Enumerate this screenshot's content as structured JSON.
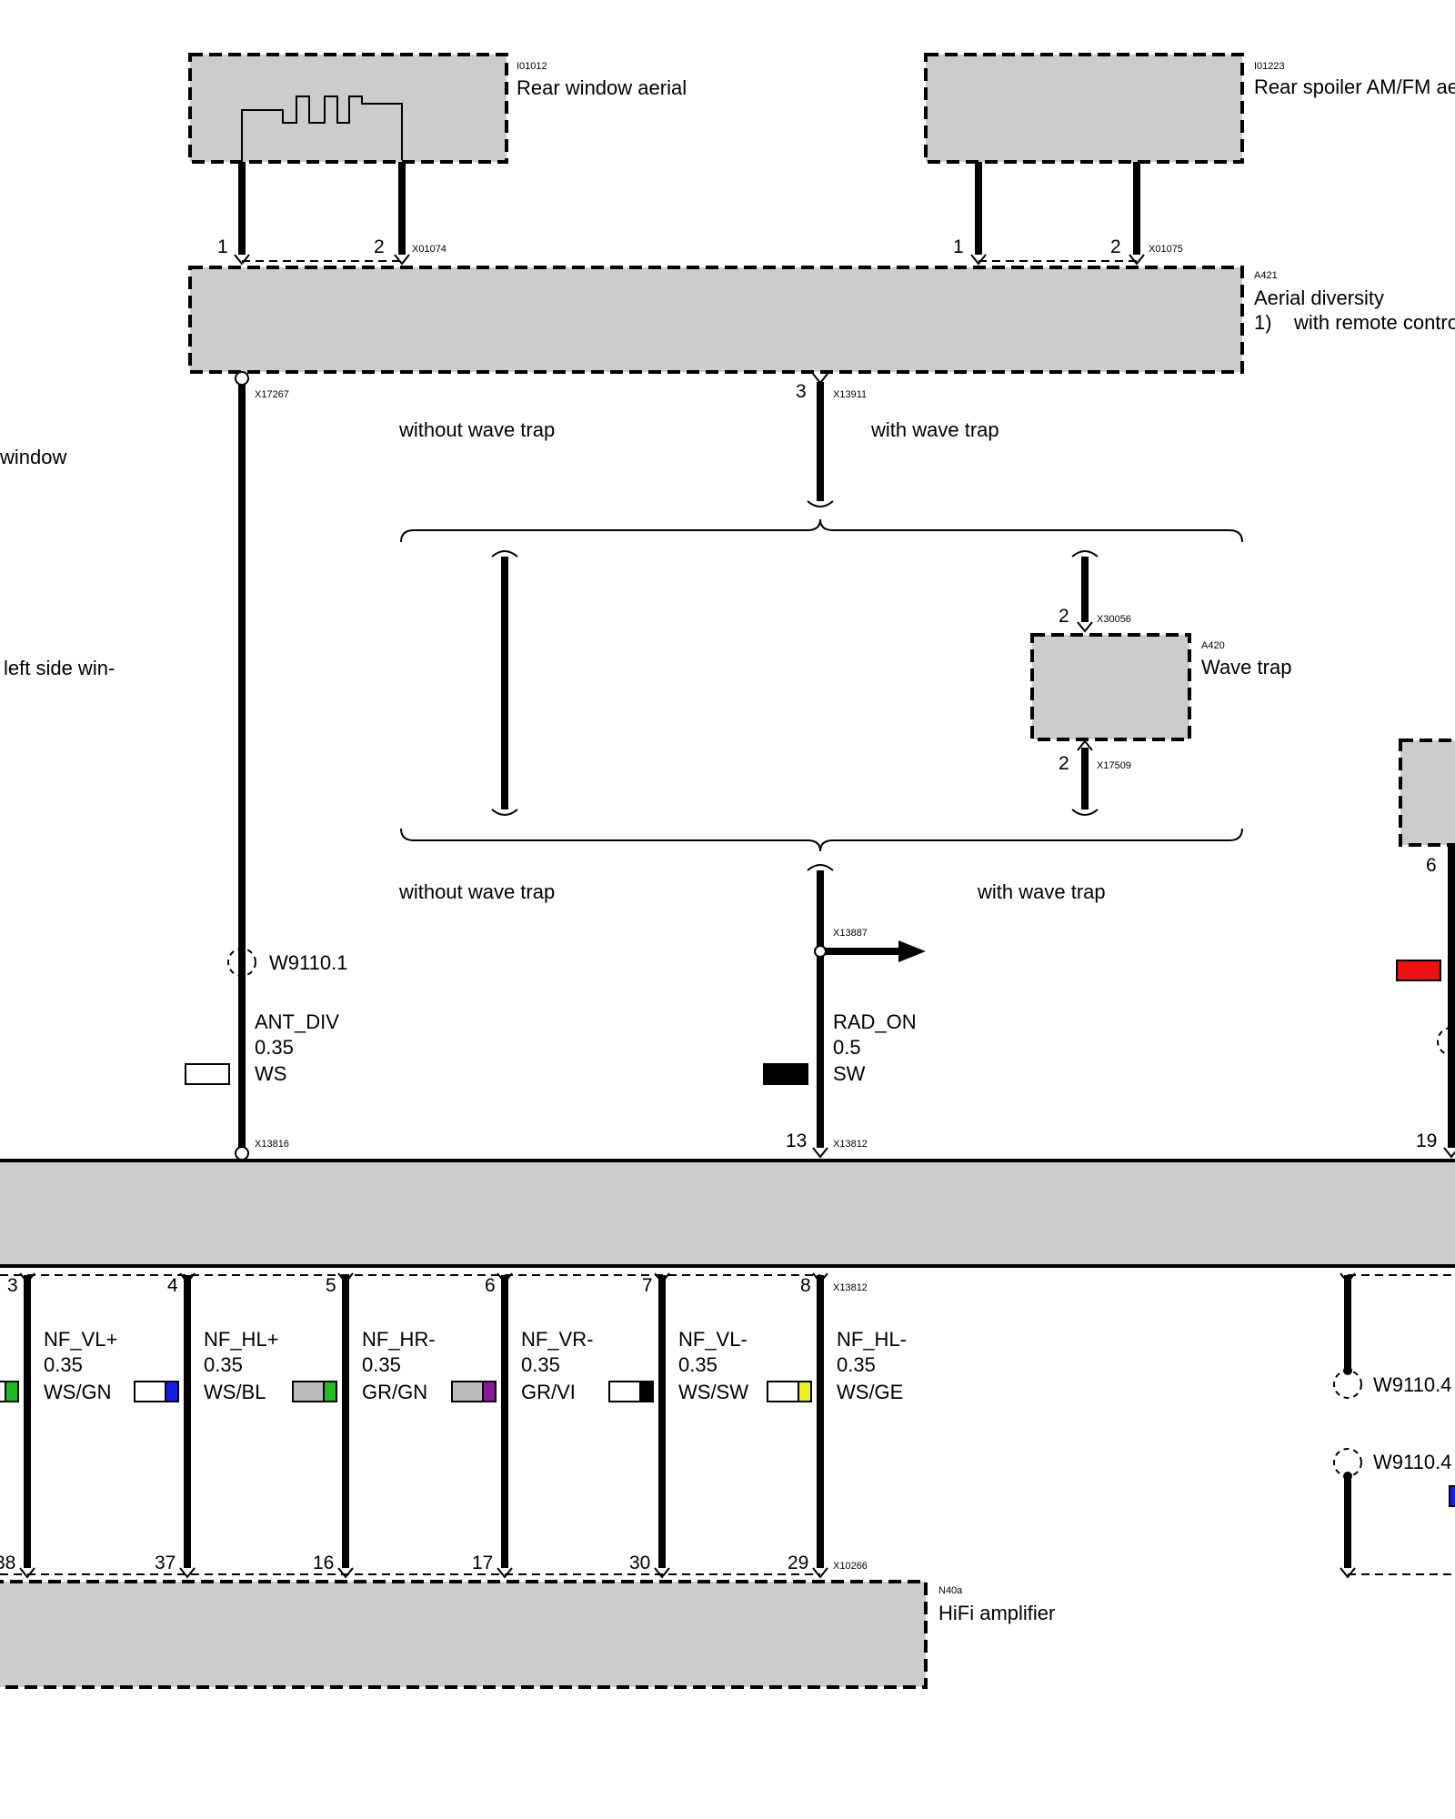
{
  "components": {
    "rear_window_aerial": {
      "id": "I01012",
      "name": "Rear window aerial",
      "connector": "X01074",
      "pins": [
        "1",
        "2"
      ]
    },
    "rear_spoiler_aerial": {
      "id": "I01223",
      "name": "Rear spoiler AM/FM ae",
      "connector": "X01075",
      "pins": [
        "1",
        "2"
      ]
    },
    "aerial_diversity": {
      "id": "A421",
      "name": "Aerial diversity",
      "note": "1)    with remote contro"
    },
    "wave_trap": {
      "id": "A420",
      "name": "Wave trap",
      "connector_top": "X30056",
      "connector_bottom": "X17509",
      "pin_top": "2",
      "pin_bottom": "2"
    },
    "hifi_amplifier": {
      "id": "N40a",
      "name": "HiFi amplifier",
      "connector": "X10266"
    }
  },
  "left_margin_text": {
    "line1": "window",
    "line2": "left side win-"
  },
  "branch_labels": {
    "top_left": "without wave trap",
    "top_right": "with wave trap",
    "bottom_left": "without wave trap",
    "bottom_right": "with wave trap"
  },
  "connectors": {
    "c1": "X17267",
    "c2": "X13911",
    "c3": "X13887",
    "c4": "X13816",
    "c5": "X13812",
    "c6": "X13812"
  },
  "pin_numbers": {
    "diversity_pin": "3",
    "rad_pin": "13",
    "right_pin_top": "6",
    "right_pin_bus": "19"
  },
  "wires": {
    "ant_div": {
      "signal": "ANT_DIV",
      "size": "0.35",
      "color_code": "WS",
      "splice": "W9110.1",
      "swatch": [
        "#ffffff"
      ]
    },
    "rad_on": {
      "signal": "RAD_ON",
      "size": "0.5",
      "color_code": "SW",
      "swatch": [
        "#000000"
      ]
    },
    "nf": [
      {
        "bus_pin": "3",
        "amp_pin": "38",
        "signal": "",
        "size": "",
        "color_code": "",
        "swatch": [
          "#ffffff",
          "#22bb22"
        ]
      },
      {
        "bus_pin": "4",
        "amp_pin": "37",
        "signal": "NF_VL+",
        "size": "0.35",
        "color_code": "WS/GN",
        "swatch": [
          "#ffffff",
          "#1a1aee"
        ]
      },
      {
        "bus_pin": "5",
        "amp_pin": "16",
        "signal": "NF_HL+",
        "size": "0.35",
        "color_code": "WS/BL",
        "swatch": [
          "#bbbbbb",
          "#22bb22"
        ]
      },
      {
        "bus_pin": "6",
        "amp_pin": "17",
        "signal": "NF_HR-",
        "size": "0.35",
        "color_code": "GR/GN",
        "swatch": [
          "#bbbbbb",
          "#8a1a9a"
        ]
      },
      {
        "bus_pin": "7",
        "amp_pin": "30",
        "signal": "NF_VR-",
        "size": "0.35",
        "color_code": "GR/VI",
        "swatch": [
          "#ffffff",
          "#000000"
        ]
      },
      {
        "bus_pin": "8",
        "amp_pin": "29",
        "signal": "NF_VL-",
        "size": "0.35",
        "color_code": "WS/SW",
        "swatch": [
          "#ffffff",
          "#eeee22"
        ]
      },
      {
        "bus_pin": "",
        "amp_pin": "",
        "signal": "NF_HL-",
        "size": "0.35",
        "color_code": "WS/GE",
        "swatch": []
      }
    ]
  },
  "right_splices": {
    "a": "W9110.4",
    "b": "W9110.4"
  },
  "colors": {
    "box_fill": "#cccccc",
    "red_wire": "#ee1111",
    "blue_wire": "#1a1aee"
  }
}
